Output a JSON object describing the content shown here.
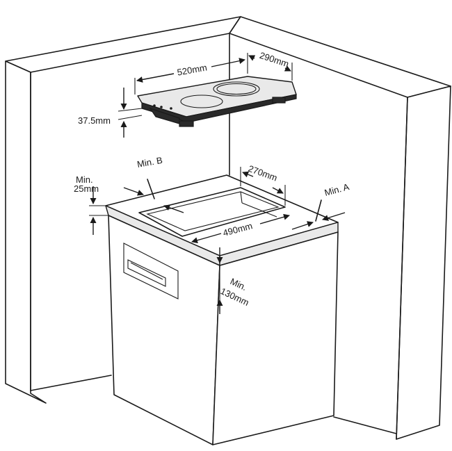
{
  "dimensions": {
    "hob_width": "520mm",
    "hob_depth": "290mm",
    "hob_height": "37.5mm",
    "cutout_depth": "270mm",
    "cutout_width": "490mm",
    "min_a": "Min. A",
    "min_b": "Min. B",
    "min_side_line1": "Min.",
    "min_side_line2": "25mm",
    "min_front_line1": "Min.",
    "min_front_line2": "130mm"
  }
}
